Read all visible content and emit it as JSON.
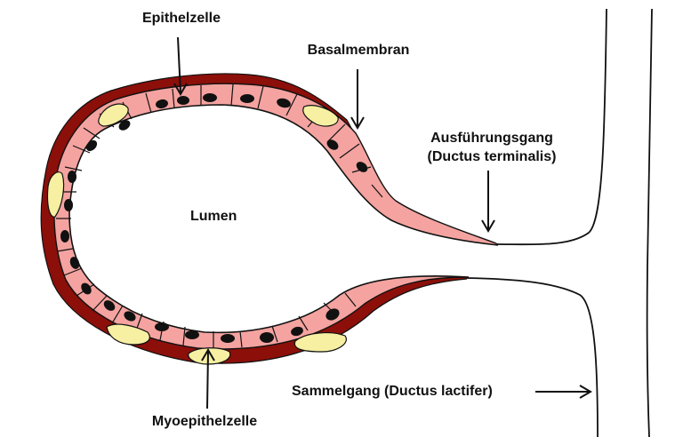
{
  "labels": {
    "epithelzelle": "Epithelzelle",
    "basalmembran": "Basalmembran",
    "ausfuehrungsgang_line1": "Ausführungsgang",
    "ausfuehrungsgang_line2": "(Ductus terminalis)",
    "lumen": "Lumen",
    "sammelgang": "Sammelgang (Ductus lactifer)",
    "myoepithelzelle": "Myoepithelzelle"
  },
  "colors": {
    "basement": "#8c0f0a",
    "epithelium": "#f4a3a0",
    "nucleus": "#111111",
    "myoepithelial": "#f7f0a3",
    "outline": "#111111"
  }
}
